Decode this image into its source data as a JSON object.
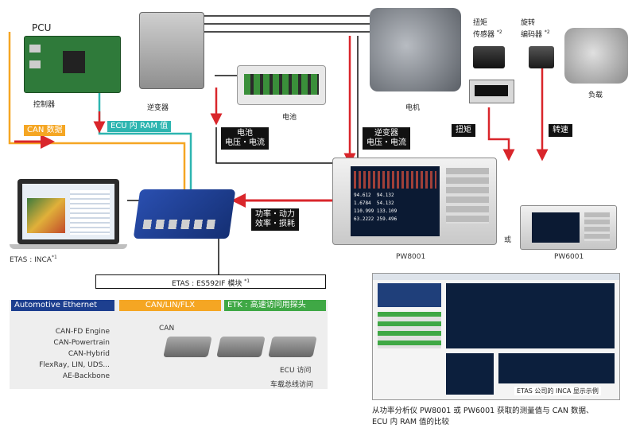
{
  "pcu": {
    "title": "PCU",
    "controller_label": "控制器",
    "inverter_label": "逆变器",
    "battery_label": "电池"
  },
  "motor": {
    "label": "电机"
  },
  "torque_sensor": {
    "label_line1": "扭矩",
    "label_line2": "传感器",
    "footnote": "*2"
  },
  "encoder": {
    "label_line1": "旋转",
    "label_line2": "编码器",
    "footnote": "*2"
  },
  "load": {
    "label": "负载"
  },
  "signals": {
    "can_data": "CAN 数据",
    "ecu_ram": "ECU 内 RAM 值",
    "battery_vi_line1": "电池",
    "battery_vi_line2": "电压・电流",
    "inverter_vi_line1": "逆变器",
    "inverter_vi_line2": "电压・电流",
    "torque": "扭矩",
    "speed": "转速",
    "power_line1": "功率・动力",
    "power_line2": "效率・损耗"
  },
  "instruments": {
    "pw8001": "PW8001",
    "or": "或",
    "pw6001": "PW6001",
    "pw8001_readings": [
      "94.612",
      "1.6784",
      "110.999",
      "63.2222",
      "94.132",
      "54.132",
      "133.109",
      "259.496"
    ]
  },
  "etas": {
    "laptop_label": "ETAS : INCA",
    "laptop_footnote": "*1",
    "module_label": "ETAS : ES592IF 模块",
    "module_footnote": "*1",
    "automotive_ethernet": "Automotive Ethernet",
    "can_lin_flx": "CAN/LIN/FLX",
    "etk": "ETK : 高速访问用探头",
    "can": "CAN",
    "ecu_access": "ECU 访问",
    "bus_access": "车载总线访问",
    "buses": [
      "CAN-FD Engine",
      "CAN-Powertrain",
      "CAN-Hybrid",
      "FlexRay, LIN, UDS...",
      "AE-Backbone"
    ]
  },
  "inca_screenshot": {
    "caption": "ETAS 公司的 INCA 显示示例"
  },
  "description": {
    "line1": "从功率分析仪 PW8001 或 PW6001 获取的测量值与 CAN 数据、",
    "line2": "ECU 内 RAM 值的比较"
  },
  "colors": {
    "orange": "#f5a623",
    "red": "#d9262b",
    "teal": "#2db5b0",
    "green": "#3fa845",
    "navy": "#1d3f8f",
    "black": "#111111"
  }
}
